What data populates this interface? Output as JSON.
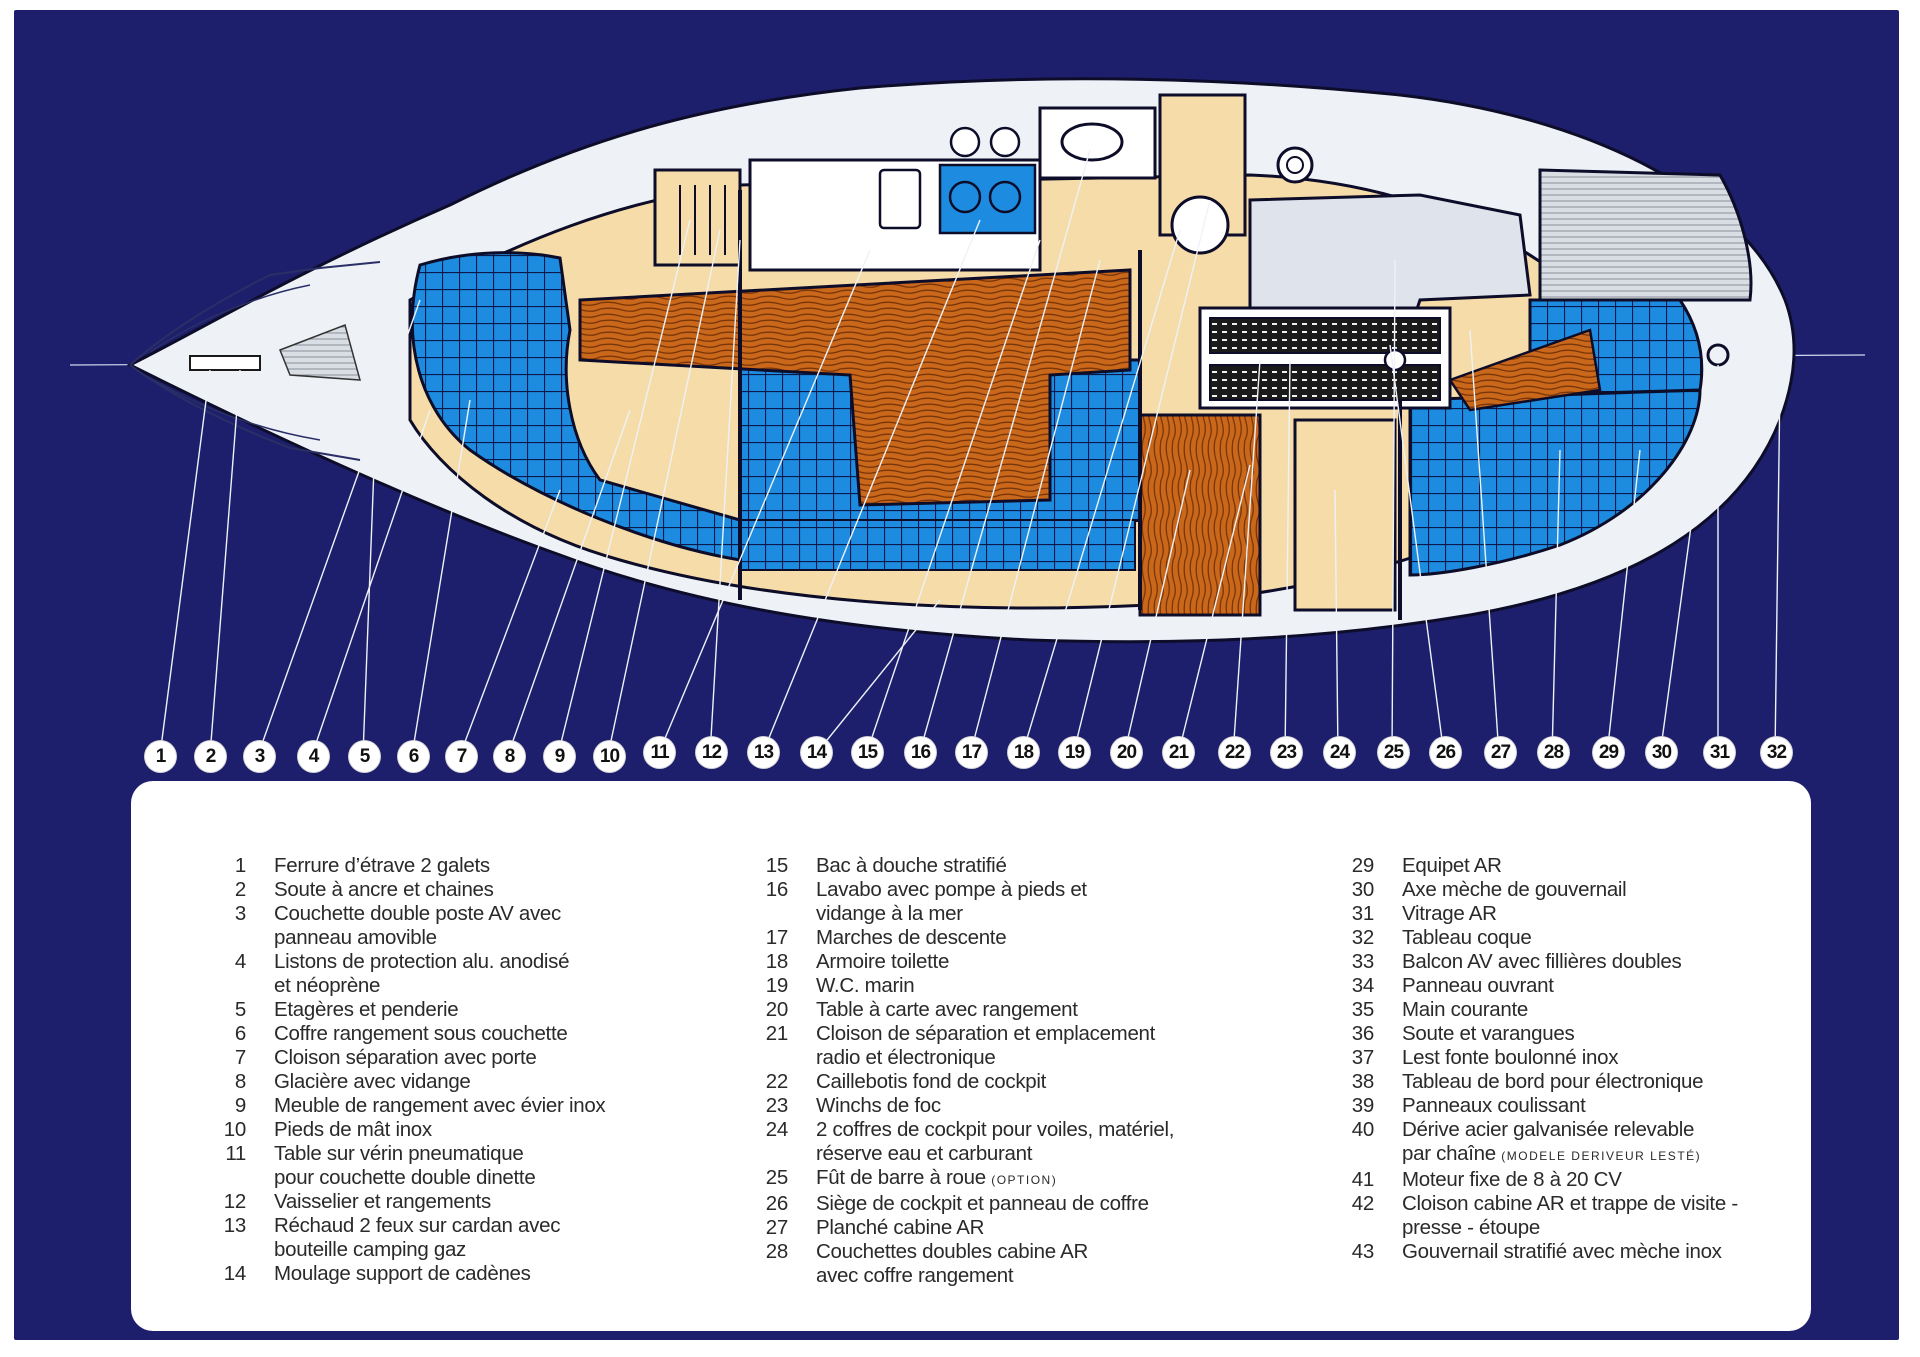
{
  "callout_numbers": [
    "1",
    "2",
    "3",
    "4",
    "5",
    "6",
    "7",
    "8",
    "9",
    "10",
    "11",
    "12",
    "13",
    "14",
    "15",
    "16",
    "17",
    "18",
    "19",
    "20",
    "21",
    "22",
    "23",
    "24",
    "25",
    "26",
    "27",
    "28",
    "29",
    "30",
    "31",
    "32"
  ],
  "legend": {
    "col1": [
      {
        "n": "1",
        "t": "Ferrure d’étrave 2 galets"
      },
      {
        "n": "2",
        "t": "Soute à ancre et chaines"
      },
      {
        "n": "3",
        "t": "Couchette double poste AV avec"
      },
      {
        "n": "",
        "t": "panneau amovible"
      },
      {
        "n": "4",
        "t": "Listons de protection alu. anodisé"
      },
      {
        "n": "",
        "t": "et néoprène"
      },
      {
        "n": "5",
        "t": "Etagères et penderie"
      },
      {
        "n": "6",
        "t": "Coffre rangement sous couchette"
      },
      {
        "n": "7",
        "t": "Cloison séparation avec porte"
      },
      {
        "n": "8",
        "t": "Glacière avec vidange"
      },
      {
        "n": "9",
        "t": "Meuble de rangement avec évier inox"
      },
      {
        "n": "10",
        "t": "Pieds de mât inox"
      },
      {
        "n": "11",
        "t": "Table sur vérin pneumatique"
      },
      {
        "n": "",
        "t": "pour couchette double dinette"
      },
      {
        "n": "12",
        "t": "Vaisselier et rangements"
      },
      {
        "n": "13",
        "t": "Réchaud 2 feux sur cardan avec"
      },
      {
        "n": "",
        "t": "bouteille camping gaz"
      },
      {
        "n": "14",
        "t": "Moulage support de cadènes"
      }
    ],
    "col2": [
      {
        "n": "15",
        "t": "Bac à douche stratifié"
      },
      {
        "n": "16",
        "t": "Lavabo avec pompe à pieds et"
      },
      {
        "n": "",
        "t": "vidange à la mer"
      },
      {
        "n": "17",
        "t": "Marches de descente"
      },
      {
        "n": "18",
        "t": "Armoire toilette"
      },
      {
        "n": "19",
        "t": "W.C. marin"
      },
      {
        "n": "20",
        "t": "Table à carte avec rangement"
      },
      {
        "n": "21",
        "t": "Cloison de séparation et emplacement"
      },
      {
        "n": "",
        "t": "radio et électronique"
      },
      {
        "n": "22",
        "t": "Caillebotis fond de cockpit"
      },
      {
        "n": "23",
        "t": "Winchs de foc"
      },
      {
        "n": "24",
        "t": "2 coffres de cockpit pour voiles, matériel,"
      },
      {
        "n": "",
        "t": "réserve eau et carburant"
      },
      {
        "n": "25",
        "t": "Fût de barre à roue",
        "small": "(OPTION)"
      },
      {
        "n": "26",
        "t": "Siège de cockpit et panneau de coffre"
      },
      {
        "n": "27",
        "t": "Planché cabine AR"
      },
      {
        "n": "28",
        "t": "Couchettes doubles cabine AR"
      },
      {
        "n": "",
        "t": "avec coffre rangement"
      }
    ],
    "col3": [
      {
        "n": "29",
        "t": "Equipet AR"
      },
      {
        "n": "30",
        "t": "Axe mèche de gouvernail"
      },
      {
        "n": "31",
        "t": "Vitrage AR"
      },
      {
        "n": "32",
        "t": "Tableau coque"
      },
      {
        "n": "33",
        "t": "Balcon AV avec fillières doubles"
      },
      {
        "n": "34",
        "t": "Panneau ouvrant"
      },
      {
        "n": "35",
        "t": "Main courante"
      },
      {
        "n": "36",
        "t": "Soute et varangues"
      },
      {
        "n": "37",
        "t": "Lest fonte boulonné inox"
      },
      {
        "n": "38",
        "t": "Tableau de bord pour électronique"
      },
      {
        "n": "39",
        "t": "Panneaux coulissant"
      },
      {
        "n": "40",
        "t": "Dérive acier galvanisée relevable"
      },
      {
        "n": "",
        "t": "par chaîne",
        "small": "(MODELE DERIVEUR LESTÉ)"
      },
      {
        "n": "41",
        "t": "Moteur fixe de 8 à 20 CV"
      },
      {
        "n": "42",
        "t": "Cloison cabine AR et trappe de visite -"
      },
      {
        "n": "",
        "t": "presse - étoupe"
      },
      {
        "n": "43",
        "t": "Gouvernail stratifié avec mèche inox"
      }
    ]
  },
  "colors": {
    "background": "#1d1f6c",
    "cushion_blue": "#1d8ce0",
    "wood_orange": "#c9671a",
    "beige": "#f6dca8",
    "hull_white": "#eef2f7"
  }
}
